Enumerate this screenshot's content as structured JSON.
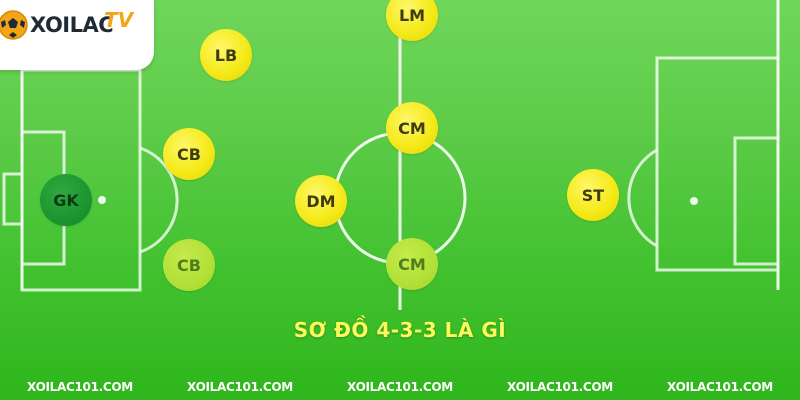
{
  "logo": {
    "word": "XOILAC",
    "tv": "TV",
    "icon": "soccer-ball-icon",
    "colors": {
      "word": "#1f2a36",
      "tv": "#f2a516"
    }
  },
  "title": "SƠ ĐỒ 4-3-3 LÀ GÌ",
  "positions": [
    {
      "id": "lb",
      "label": "LB",
      "faded": false
    },
    {
      "id": "cb-top",
      "label": "CB",
      "faded": false
    },
    {
      "id": "cb-bottom",
      "label": "CB",
      "faded": true
    },
    {
      "id": "gk",
      "label": "GK",
      "faded": false
    },
    {
      "id": "dm",
      "label": "DM",
      "faded": false
    },
    {
      "id": "lm",
      "label": "LM",
      "faded": false
    },
    {
      "id": "cm-top",
      "label": "CM",
      "faded": false
    },
    {
      "id": "cm-bottom",
      "label": "CM",
      "faded": true
    },
    {
      "id": "st",
      "label": "ST",
      "faded": false
    }
  ],
  "footer_links": [
    "XOILAC101.COM",
    "XOILAC101.COM",
    "XOILAC101.COM",
    "XOILAC101.COM",
    "XOILAC101.COM"
  ],
  "colors": {
    "pitch": "#5fcc4a",
    "player": "#f5ea1a",
    "goalkeeper": "#1b9630",
    "title": "#fff85a",
    "lines": "#ffffff"
  }
}
